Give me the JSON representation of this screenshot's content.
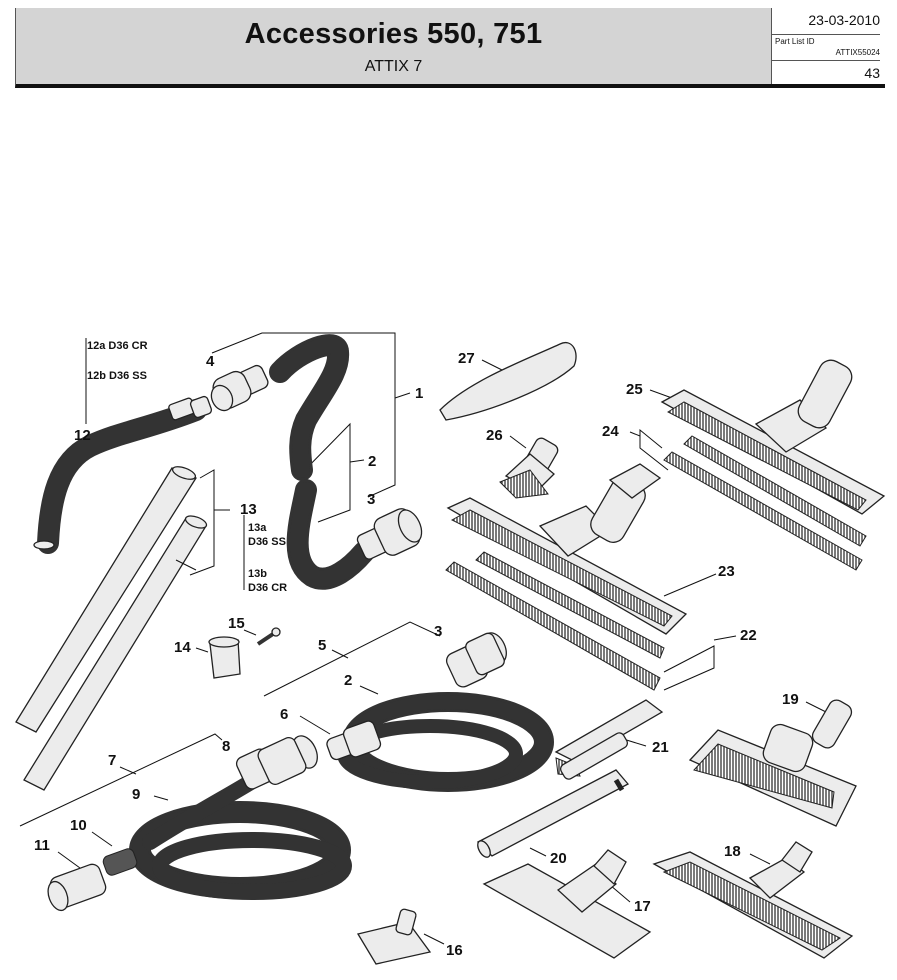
{
  "header": {
    "title": "Accessories 550, 751",
    "subtitle": "ATTIX 7",
    "date": "23-03-2010",
    "part_list_label": "Part List ID",
    "part_list_id": "ATTIX55024",
    "page_number": "43"
  },
  "callouts": {
    "c1": "1",
    "c2": "2",
    "c3": "3",
    "c4": "4",
    "c12": "12",
    "c13": "13",
    "c14": "14",
    "c15": "15",
    "c3b": "3",
    "c5": "5",
    "c2b": "2",
    "c6": "6",
    "c7": "7",
    "c8": "8",
    "c9": "9",
    "c10": "10",
    "c11": "11",
    "c16": "16",
    "c17": "17",
    "c18": "18",
    "c19": "19",
    "c20": "20",
    "c21": "21",
    "c22": "22",
    "c23": "23",
    "c24": "24",
    "c25": "25",
    "c26": "26",
    "c27": "27"
  },
  "sublabels": {
    "s12a": "12a D36 CR",
    "s12b": "12b D36 SS",
    "s13a": "13a",
    "s13a2": "D36 SS",
    "s13b": "13b",
    "s13b2": "D36 CR"
  }
}
